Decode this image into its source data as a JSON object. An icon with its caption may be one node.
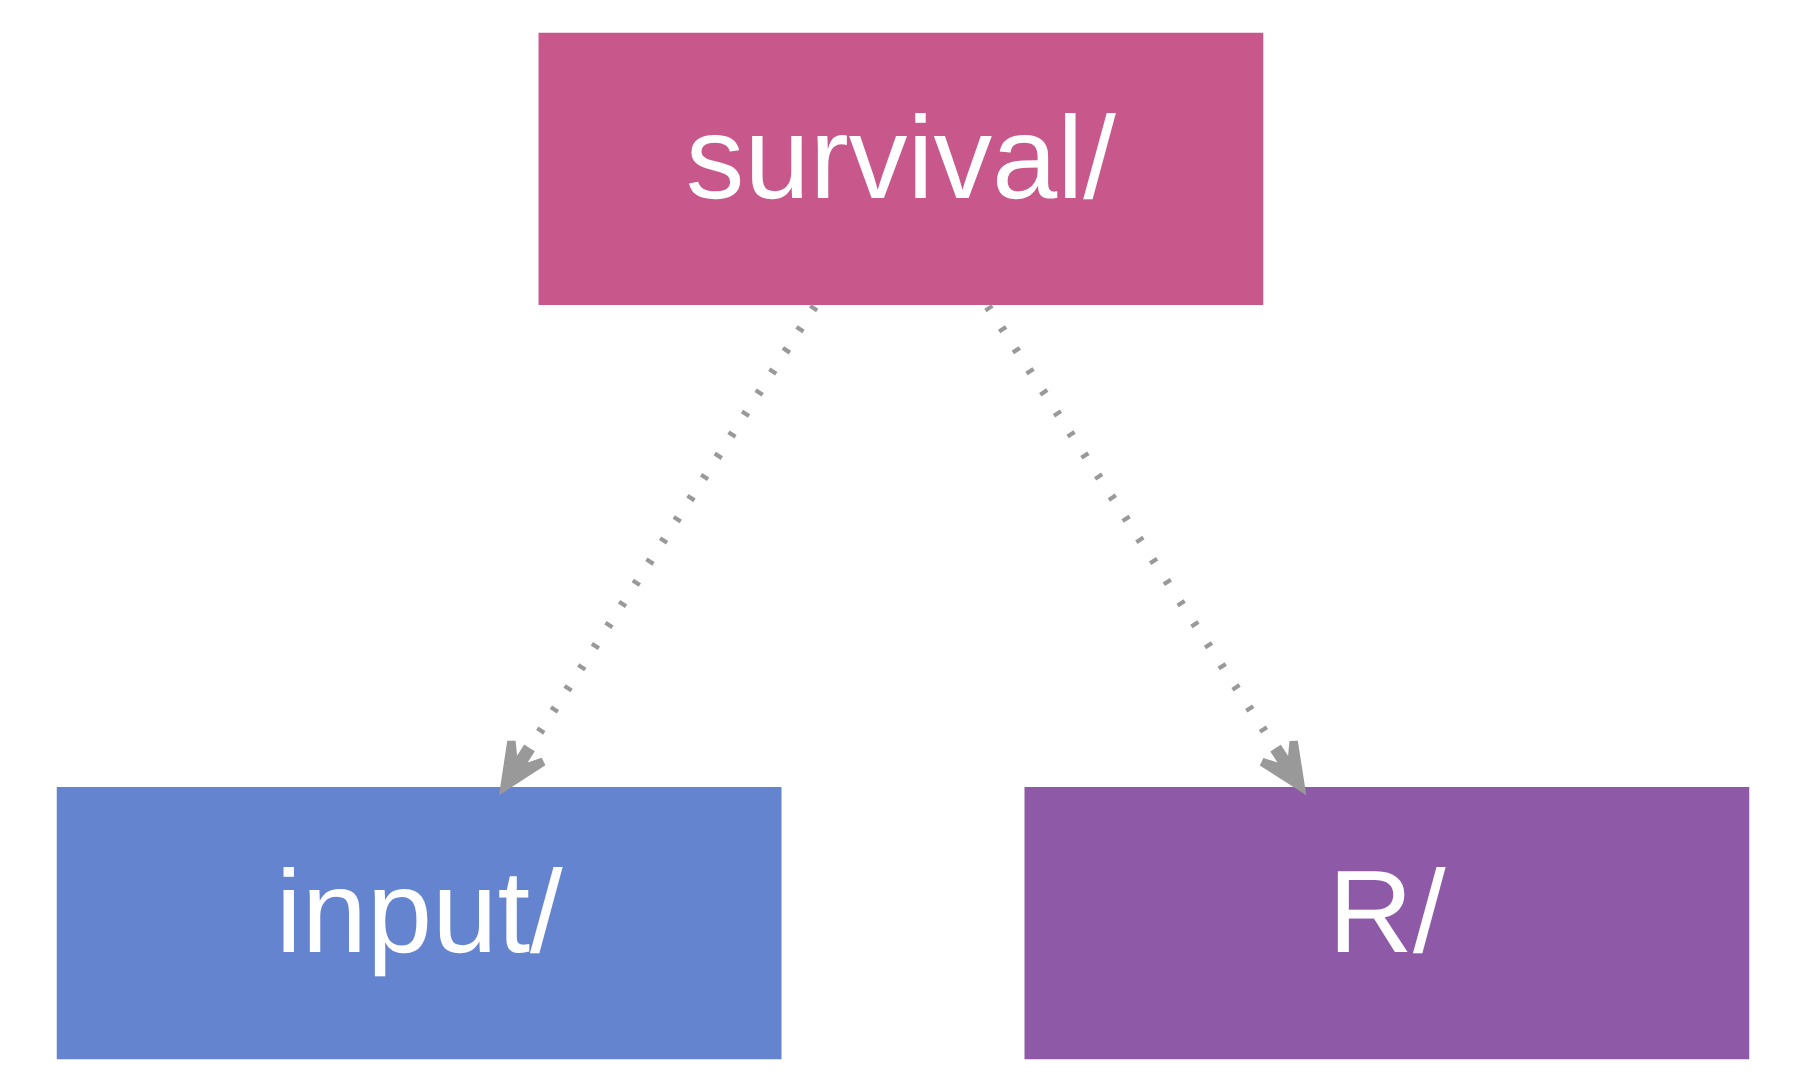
{
  "diagram": {
    "nodes": [
      {
        "text": [
          "survival/"
        ]
      },
      {
        "text": [
          "input/"
        ]
      },
      {
        "text": [
          "R/"
        ]
      }
    ],
    "edges": [
      {
        "from": 0,
        "to": 1,
        "arrow": "to"
      },
      {
        "from": 0,
        "to": 2,
        "arrow": "to"
      }
    ]
  }
}
